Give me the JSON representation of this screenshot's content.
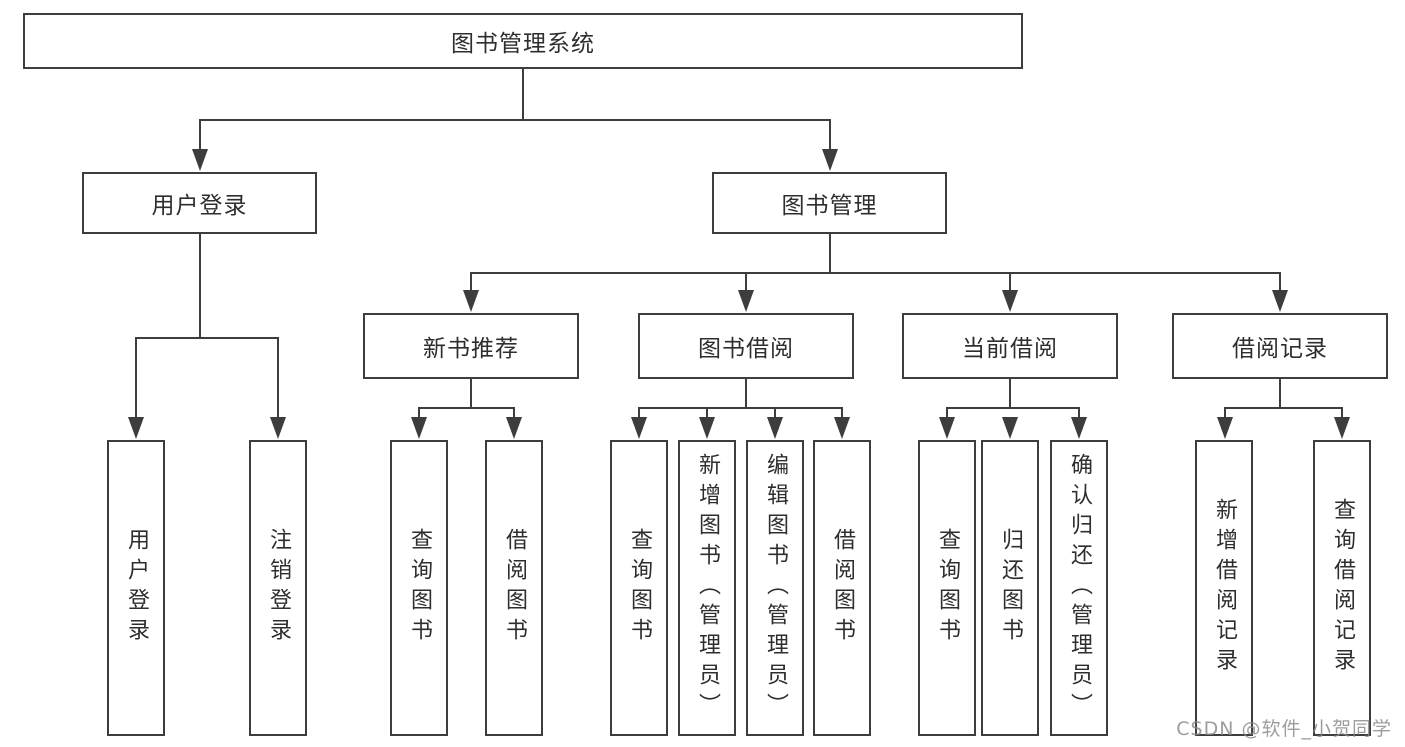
{
  "tree": {
    "label": "图书管理系统",
    "children": [
      {
        "label": "用户登录",
        "children": [
          {
            "label": "用户登录"
          },
          {
            "label": "注销登录"
          }
        ]
      },
      {
        "label": "图书管理",
        "children": [
          {
            "label": "新书推荐",
            "children": [
              {
                "label": "查询图书"
              },
              {
                "label": "借阅图书"
              }
            ]
          },
          {
            "label": "图书借阅",
            "children": [
              {
                "label": "查询图书"
              },
              {
                "label": "新增图书（管理员）"
              },
              {
                "label": "编辑图书（管理员）"
              },
              {
                "label": "借阅图书"
              }
            ]
          },
          {
            "label": "当前借阅",
            "children": [
              {
                "label": "查询图书"
              },
              {
                "label": "归还图书"
              },
              {
                "label": "确认归还（管理员）"
              }
            ]
          },
          {
            "label": "借阅记录",
            "children": [
              {
                "label": "新增借阅记录"
              },
              {
                "label": "查询借阅记录"
              }
            ]
          }
        ]
      }
    ]
  },
  "watermark": {
    "text": "CSDN @软件_小贺同学"
  },
  "colors": {
    "line": "#3d3d3d",
    "box_border": "#3d3d3d",
    "text": "#2e2e2e",
    "background": "#ffffff",
    "watermark": "#888888"
  }
}
